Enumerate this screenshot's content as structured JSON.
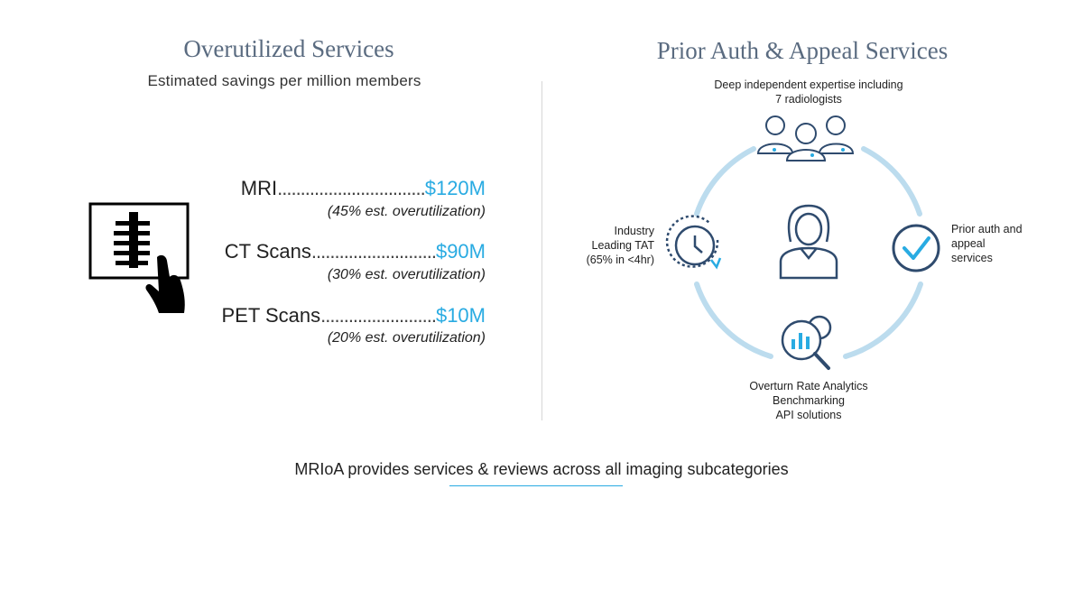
{
  "left": {
    "title": "Overutilized Services",
    "subtitle": "Estimated savings per million members",
    "services": [
      {
        "name": "MRI",
        "dots": "................................",
        "value": "$120M",
        "note": "(45% est. overutilization)"
      },
      {
        "name": "CT Scans",
        "dots": "...........................",
        "value": "$90M",
        "note": "(30% est. overutilization)"
      },
      {
        "name": "PET Scans",
        "dots": ".........................",
        "value": "$10M",
        "note": "(20% est. overutilization)"
      }
    ],
    "icon": "xray-hand-icon"
  },
  "right": {
    "title": "Prior Auth & Appeal Services",
    "top_label": [
      "Deep independent expertise including",
      "7 radiologists"
    ],
    "left_label": [
      "Industry",
      "Leading TAT",
      "(65% in <4hr)"
    ],
    "right_label": [
      "Prior auth and",
      "appeal",
      "services"
    ],
    "bottom_label": [
      "Overturn Rate Analytics",
      "Benchmarking",
      "API solutions"
    ],
    "icons": {
      "top": "doctors-team-icon",
      "left": "clock-refresh-icon",
      "right": "checkmark-circle-icon",
      "bottom": "analytics-magnifier-gear-icon",
      "center": "person-icon"
    },
    "colors": {
      "ring": "#bcdcee",
      "icon_dark": "#2f4b6e",
      "accent": "#29abe2"
    }
  },
  "footer": {
    "text": "MRIoA provides services & reviews across all imaging subcategories"
  }
}
